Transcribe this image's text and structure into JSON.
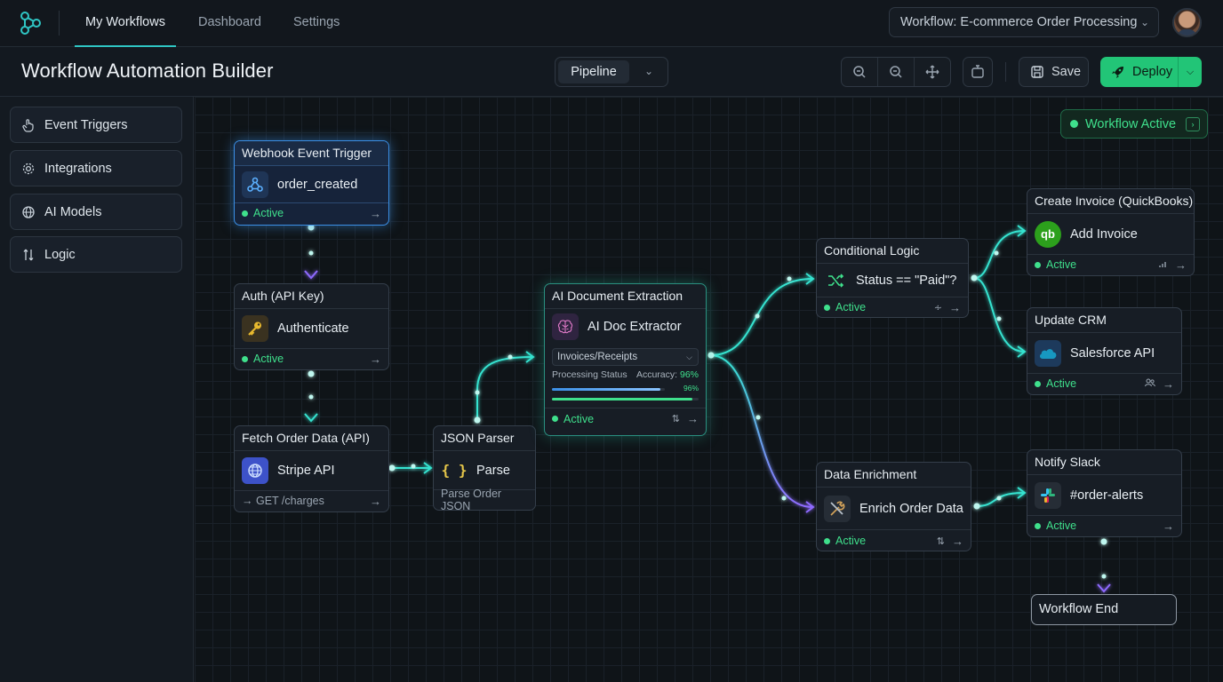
{
  "nav": {
    "tabs": [
      "My Workflows",
      "Dashboard",
      "Settings"
    ],
    "workflow_select": "Workflow: E-commerce Order Processing"
  },
  "header": {
    "title": "Workflow Automation Builder",
    "view": "Pipeline",
    "save": "Save",
    "deploy": "Deploy"
  },
  "sidebar": {
    "items": [
      "Event Triggers",
      "Integrations",
      "AI Models",
      "Logic"
    ]
  },
  "canvas": {
    "status": "Workflow Active",
    "nodes": {
      "webhook": {
        "title": "Webhook Event Trigger",
        "action": "order_created",
        "status": "Active"
      },
      "auth": {
        "title": "Auth (API Key)",
        "action": "Authenticate",
        "status": "Active"
      },
      "fetch": {
        "title": "Fetch Order Data (API)",
        "action": "Stripe API",
        "footer": "→ GET /charges"
      },
      "json": {
        "title": "JSON Parser",
        "action": "Parse",
        "footer": "Parse Order JSON"
      },
      "ai": {
        "title": "AI Document Extraction",
        "action": "AI Doc Extractor",
        "select": "Invoices/Receipts",
        "processing_label": "Processing Status",
        "accuracy_label": "Accuracy:",
        "accuracy": "96%",
        "progress": 0.96,
        "progress2_label": "96%",
        "progress2": 0.96,
        "status": "Active"
      },
      "conditional": {
        "title": "Conditional Logic",
        "action": "Status == \"Paid\"?",
        "status": "Active"
      },
      "enrich": {
        "title": "Data Enrichment",
        "action": "Enrich Order Data",
        "status": "Active"
      },
      "invoice": {
        "title": "Create Invoice (QuickBooks)",
        "action": "Add Invoice",
        "status": "Active"
      },
      "crm": {
        "title": "Update CRM",
        "action": "Salesforce API",
        "status": "Active"
      },
      "slack": {
        "title": "Notify Slack",
        "action": "#order-alerts",
        "status": "Active"
      },
      "end": {
        "title": "Workflow End"
      }
    }
  },
  "colors": {
    "accent": "#2fc6c4",
    "active": "#3fe08c",
    "deploy": "#22c577",
    "trigger_glow": "#3b8fe6",
    "wire_cyan": "#35e3d0",
    "wire_purple": "#8f6bff"
  }
}
